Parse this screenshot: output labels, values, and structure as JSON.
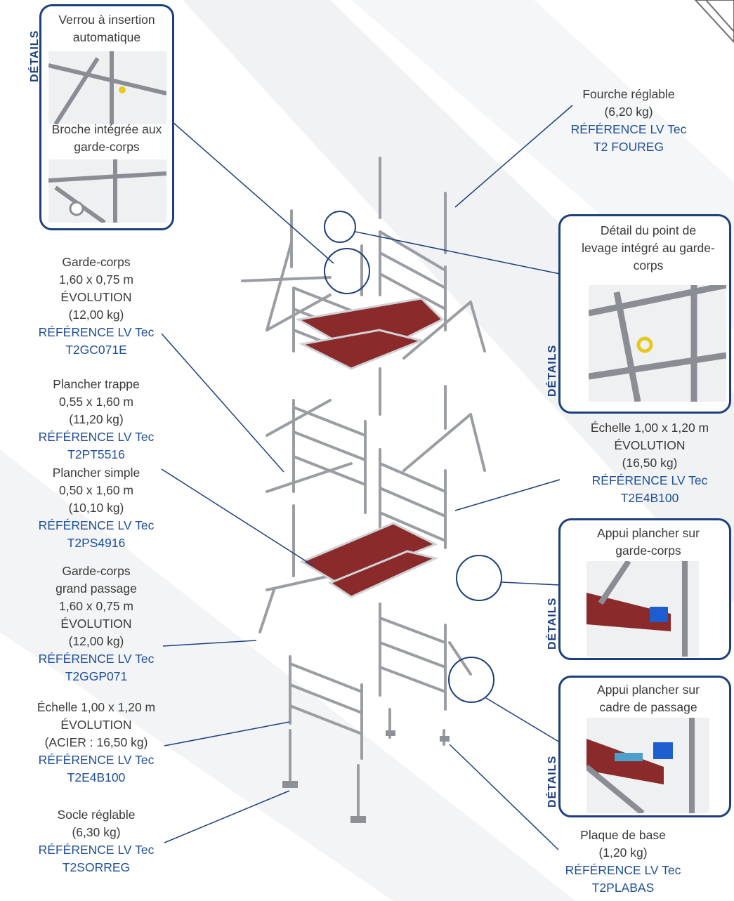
{
  "colors": {
    "accent": "#1d3f7f",
    "reference": "#1f4f9a",
    "text": "#3a3a3a",
    "platform": "#8b2a2a",
    "steel": "#9a9ea3"
  },
  "details_tab": "DÉTAILS",
  "details": {
    "verrou": {
      "title": "Verrou à insertion automatique"
    },
    "broche": {
      "title": "Broche intégrée aux garde-corps"
    },
    "levage": {
      "title": "Détail du point de levage intégré au garde-corps"
    },
    "appui_gc": {
      "title": "Appui plancher sur garde-corps"
    },
    "appui_cadre": {
      "title": "Appui plancher sur cadre de passage"
    }
  },
  "labels": {
    "fourche": {
      "lines": [
        "Fourche réglable",
        "(6,20 kg)"
      ],
      "ref": [
        "RÉFÉRENCE LV Tec",
        "T2 FOUREG"
      ]
    },
    "gc_evolution": {
      "lines": [
        "Garde-corps",
        "1,60 x 0,75 m",
        "ÉVOLUTION",
        "(12,00 kg)"
      ],
      "ref": [
        "RÉFÉRENCE LV Tec",
        "T2GC071E"
      ]
    },
    "plancher_trappe": {
      "lines": [
        "Plancher trappe",
        "0,55 x 1,60 m",
        "(11,20 kg)"
      ],
      "ref": [
        "RÉFÉRENCE LV Tec",
        "T2PT5516"
      ]
    },
    "plancher_simple": {
      "lines": [
        "Plancher simple",
        "0,50 x 1,60 m",
        "(10,10 kg)"
      ],
      "ref": [
        "RÉFÉRENCE LV Tec",
        "T2PS4916"
      ]
    },
    "gc_grand_passage": {
      "lines": [
        "Garde-corps",
        "grand passage",
        "1,60 x 0,75 m",
        "ÉVOLUTION",
        "(12,00 kg)"
      ],
      "ref": [
        "RÉFÉRENCE LV Tec",
        "T2GGP071"
      ]
    },
    "echelle_acier": {
      "lines": [
        "Échelle 1,00 x 1,20 m",
        "ÉVOLUTION",
        "(ACIER : 16,50 kg)"
      ],
      "ref": [
        "RÉFÉRENCE LV Tec",
        "T2E4B100"
      ]
    },
    "socle": {
      "lines": [
        "Socle réglable",
        "(6,30 kg)"
      ],
      "ref": [
        "RÉFÉRENCE LV Tec",
        "T2SORREG"
      ]
    },
    "echelle_right": {
      "lines": [
        "Échelle 1,00 x 1,20 m",
        "ÉVOLUTION",
        "(16,50 kg)"
      ],
      "ref": [
        "RÉFÉRENCE LV Tec",
        "T2E4B100"
      ]
    },
    "plaque": {
      "lines": [
        "Plaque de base",
        "(1,20 kg)"
      ],
      "ref": [
        "RÉFÉRENCE LV Tec",
        "T2PLABAS"
      ]
    }
  }
}
